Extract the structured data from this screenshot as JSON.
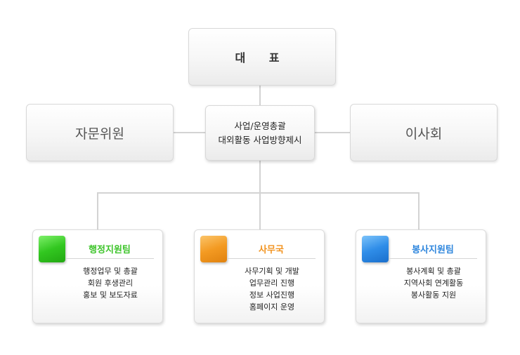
{
  "ceo": {
    "label": "대 표"
  },
  "advisory": {
    "label": "자문위원"
  },
  "board": {
    "label": "이사회"
  },
  "center": {
    "lines": [
      "사업/운영총괄",
      "대외활동 사업방향제시"
    ]
  },
  "teams": [
    {
      "title": "행정지원팀",
      "color": "#3dc42a",
      "items": [
        "행정업무 및 총괄",
        "회원 후생관리",
        "홍보 및 보도자료"
      ]
    },
    {
      "title": "사무국",
      "color": "#f29420",
      "items": [
        "사무기획 및 개발",
        "업무관리 진행",
        "정보 사업진행",
        "홈페이지 운영"
      ]
    },
    {
      "title": "봉사지원팀",
      "color": "#2e86dd",
      "items": [
        "봉사계획 및 총괄",
        "지역사회 연계활동",
        "봉사활동 지원"
      ]
    }
  ]
}
